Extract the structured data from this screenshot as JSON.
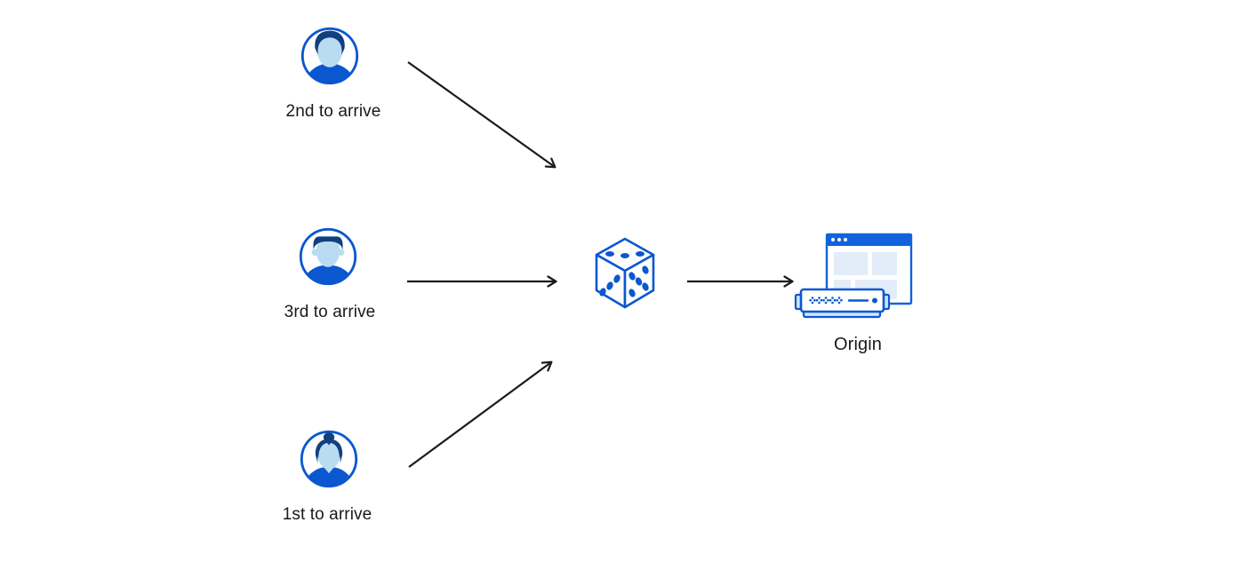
{
  "diagram": {
    "description": "Three clients arriving in different order are routed randomly (dice) to an origin server",
    "users": [
      {
        "label": "2nd to arrive",
        "icon": "male-avatar-icon"
      },
      {
        "label": "3rd to arrive",
        "icon": "male-short-hair-avatar-icon"
      },
      {
        "label": "1st to arrive",
        "icon": "female-avatar-icon"
      }
    ],
    "randomizer": {
      "icon": "dice-icon"
    },
    "origin": {
      "label": "Origin",
      "icon": "origin-server-browser-icon"
    },
    "arrows": [
      {
        "name": "arrow-user1-to-dice",
        "direction": "down-right"
      },
      {
        "name": "arrow-user2-to-dice",
        "direction": "right"
      },
      {
        "name": "arrow-user3-to-dice",
        "direction": "up-right"
      },
      {
        "name": "arrow-dice-to-origin",
        "direction": "right"
      }
    ]
  },
  "colors": {
    "primary-blue": "#0b57d0",
    "hair-blue": "#123f7e",
    "face-blue": "#badcf2",
    "bar-blue": "#1063dc",
    "pale-blue": "#e2edf9",
    "ear-blue": "#cde6f8",
    "arrow-color": "#1b1b1b",
    "text-color": "#17191c",
    "background": "#ffffff"
  }
}
